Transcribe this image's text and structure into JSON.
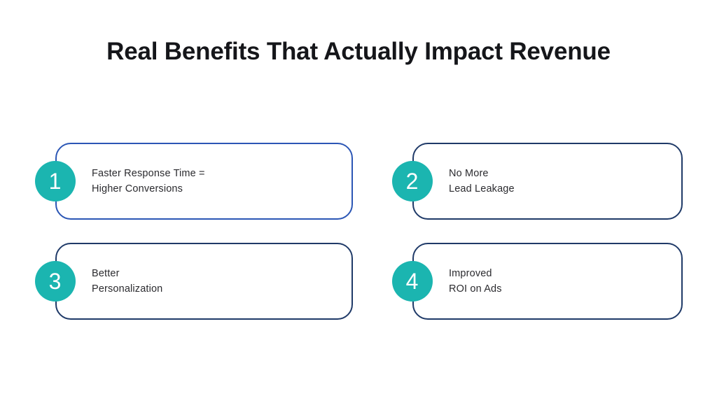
{
  "slide": {
    "background_color": "#ffffff",
    "title": "Real Benefits That Actually Impact Revenue"
  },
  "theme": {
    "badge_color": "#1bb5b0",
    "badge_text_color": "#ffffff",
    "body_text_color": "#2b2b2f",
    "title_color": "#15161a",
    "border_blue": "#2b56b5",
    "border_navy": "#1f3a68"
  },
  "cards": [
    {
      "number": "1",
      "text": "Faster Response Time =\nHigher Conversions",
      "border_color": "#2b56b5"
    },
    {
      "number": "2",
      "text": "No More\nLead Leakage",
      "border_color": "#1f3a68"
    },
    {
      "number": "3",
      "text": "Better\nPersonalization",
      "border_color": "#1f3a68"
    },
    {
      "number": "4",
      "text": "Improved\nROI on Ads",
      "border_color": "#1f3a68"
    }
  ]
}
